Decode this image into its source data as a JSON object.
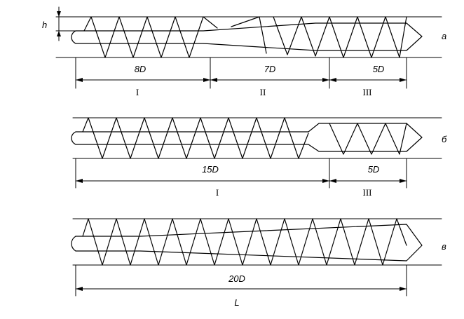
{
  "screws": [
    {
      "tag": "а",
      "pitch_marker": "h",
      "sections": [
        {
          "length": "8D",
          "zone": "I"
        },
        {
          "length": "7D",
          "zone": "II"
        },
        {
          "length": "5D",
          "zone": "III"
        }
      ]
    },
    {
      "tag": "б",
      "sections": [
        {
          "length": "15D",
          "zone": "I"
        },
        {
          "length": "5D",
          "zone": "III"
        }
      ]
    },
    {
      "tag": "в",
      "sections": [
        {
          "length": "20D",
          "zone": "L"
        }
      ]
    }
  ]
}
